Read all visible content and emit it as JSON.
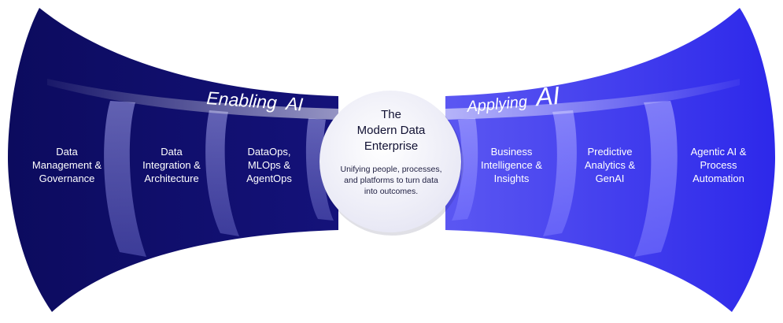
{
  "diagram": {
    "left_band": {
      "label_prefix": "Enabling",
      "label_suffix": "AI"
    },
    "right_band": {
      "label_prefix": "Applying",
      "label_suffix": "AI"
    },
    "center": {
      "title": "The\nModern Data\nEnterprise",
      "subtitle": "Unifying people, processes,\nand platforms to turn data\ninto outcomes."
    },
    "left_segments": [
      {
        "label": "Data\nManagement &\nGovernance"
      },
      {
        "label": "Data\nIntegration &\nArchitecture"
      },
      {
        "label": "DataOps,\nMLOps &\nAgentOps"
      }
    ],
    "right_segments": [
      {
        "label": "Business\nIntelligence &\nInsights"
      },
      {
        "label": "Predictive\nAnalytics &\nGenAI"
      },
      {
        "label": "Agentic AI &\nProcess\nAutomation"
      }
    ],
    "colors": {
      "left_dark": "#0b0a5c",
      "left_mid": "#1a1877",
      "right_bright": "#3a36f0",
      "right_mid": "#4b47f5",
      "center_circle": "#f4f4fb"
    }
  }
}
